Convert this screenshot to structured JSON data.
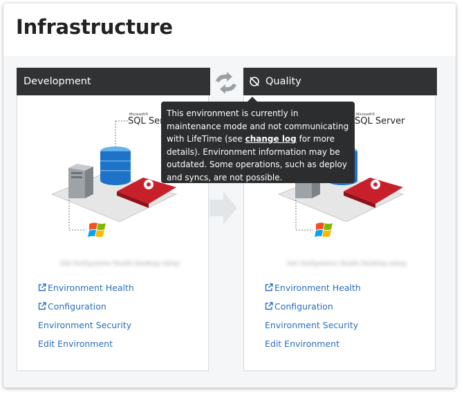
{
  "page": {
    "title": "Infrastructure"
  },
  "environments": [
    {
      "name": "Development",
      "db_brand_small": "Microsoft®",
      "db_brand": "SQL Server",
      "blurred_text": "Get OutSystems Studio Desktop setup",
      "links": [
        {
          "label": "Environment Health",
          "external": true
        },
        {
          "label": "Configuration",
          "external": true
        },
        {
          "label": "Environment Security",
          "external": false
        },
        {
          "label": "Edit Environment",
          "external": false
        }
      ]
    },
    {
      "name": "Quality",
      "status_icon": "maintenance-icon",
      "db_brand_small": "Microsoft®",
      "db_brand": "SQL Server",
      "blurred_text": "Get OutSystems Studio Desktop setup",
      "links": [
        {
          "label": "Environment Health",
          "external": true
        },
        {
          "label": "Configuration",
          "external": true
        },
        {
          "label": "Environment Security",
          "external": false
        },
        {
          "label": "Edit Environment",
          "external": false
        }
      ]
    }
  ],
  "tooltip": {
    "line_before": "This environment is currently in maintenance mode and not communicating with LifeTime (see ",
    "link": "change log",
    "line_after": " for more details). Environment information may be outdated. Some operations, such as deploy and syncs, are not possible."
  },
  "colors": {
    "panel_head": "#303234",
    "link": "#2a6ebb",
    "db_blue": "#1e73c8",
    "server_red": "#c8202b"
  }
}
